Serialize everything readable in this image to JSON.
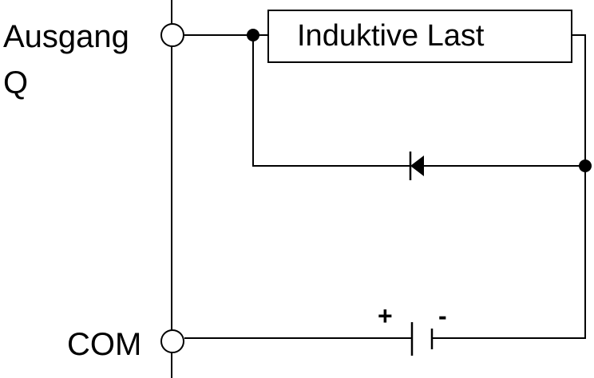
{
  "labels": {
    "output_line1": "Ausgang",
    "output_line2": "Q",
    "com": "COM",
    "load": "Induktive Last",
    "plus": "+",
    "minus": "-"
  },
  "colors": {
    "line": "#000000",
    "background": "#ffffff"
  }
}
